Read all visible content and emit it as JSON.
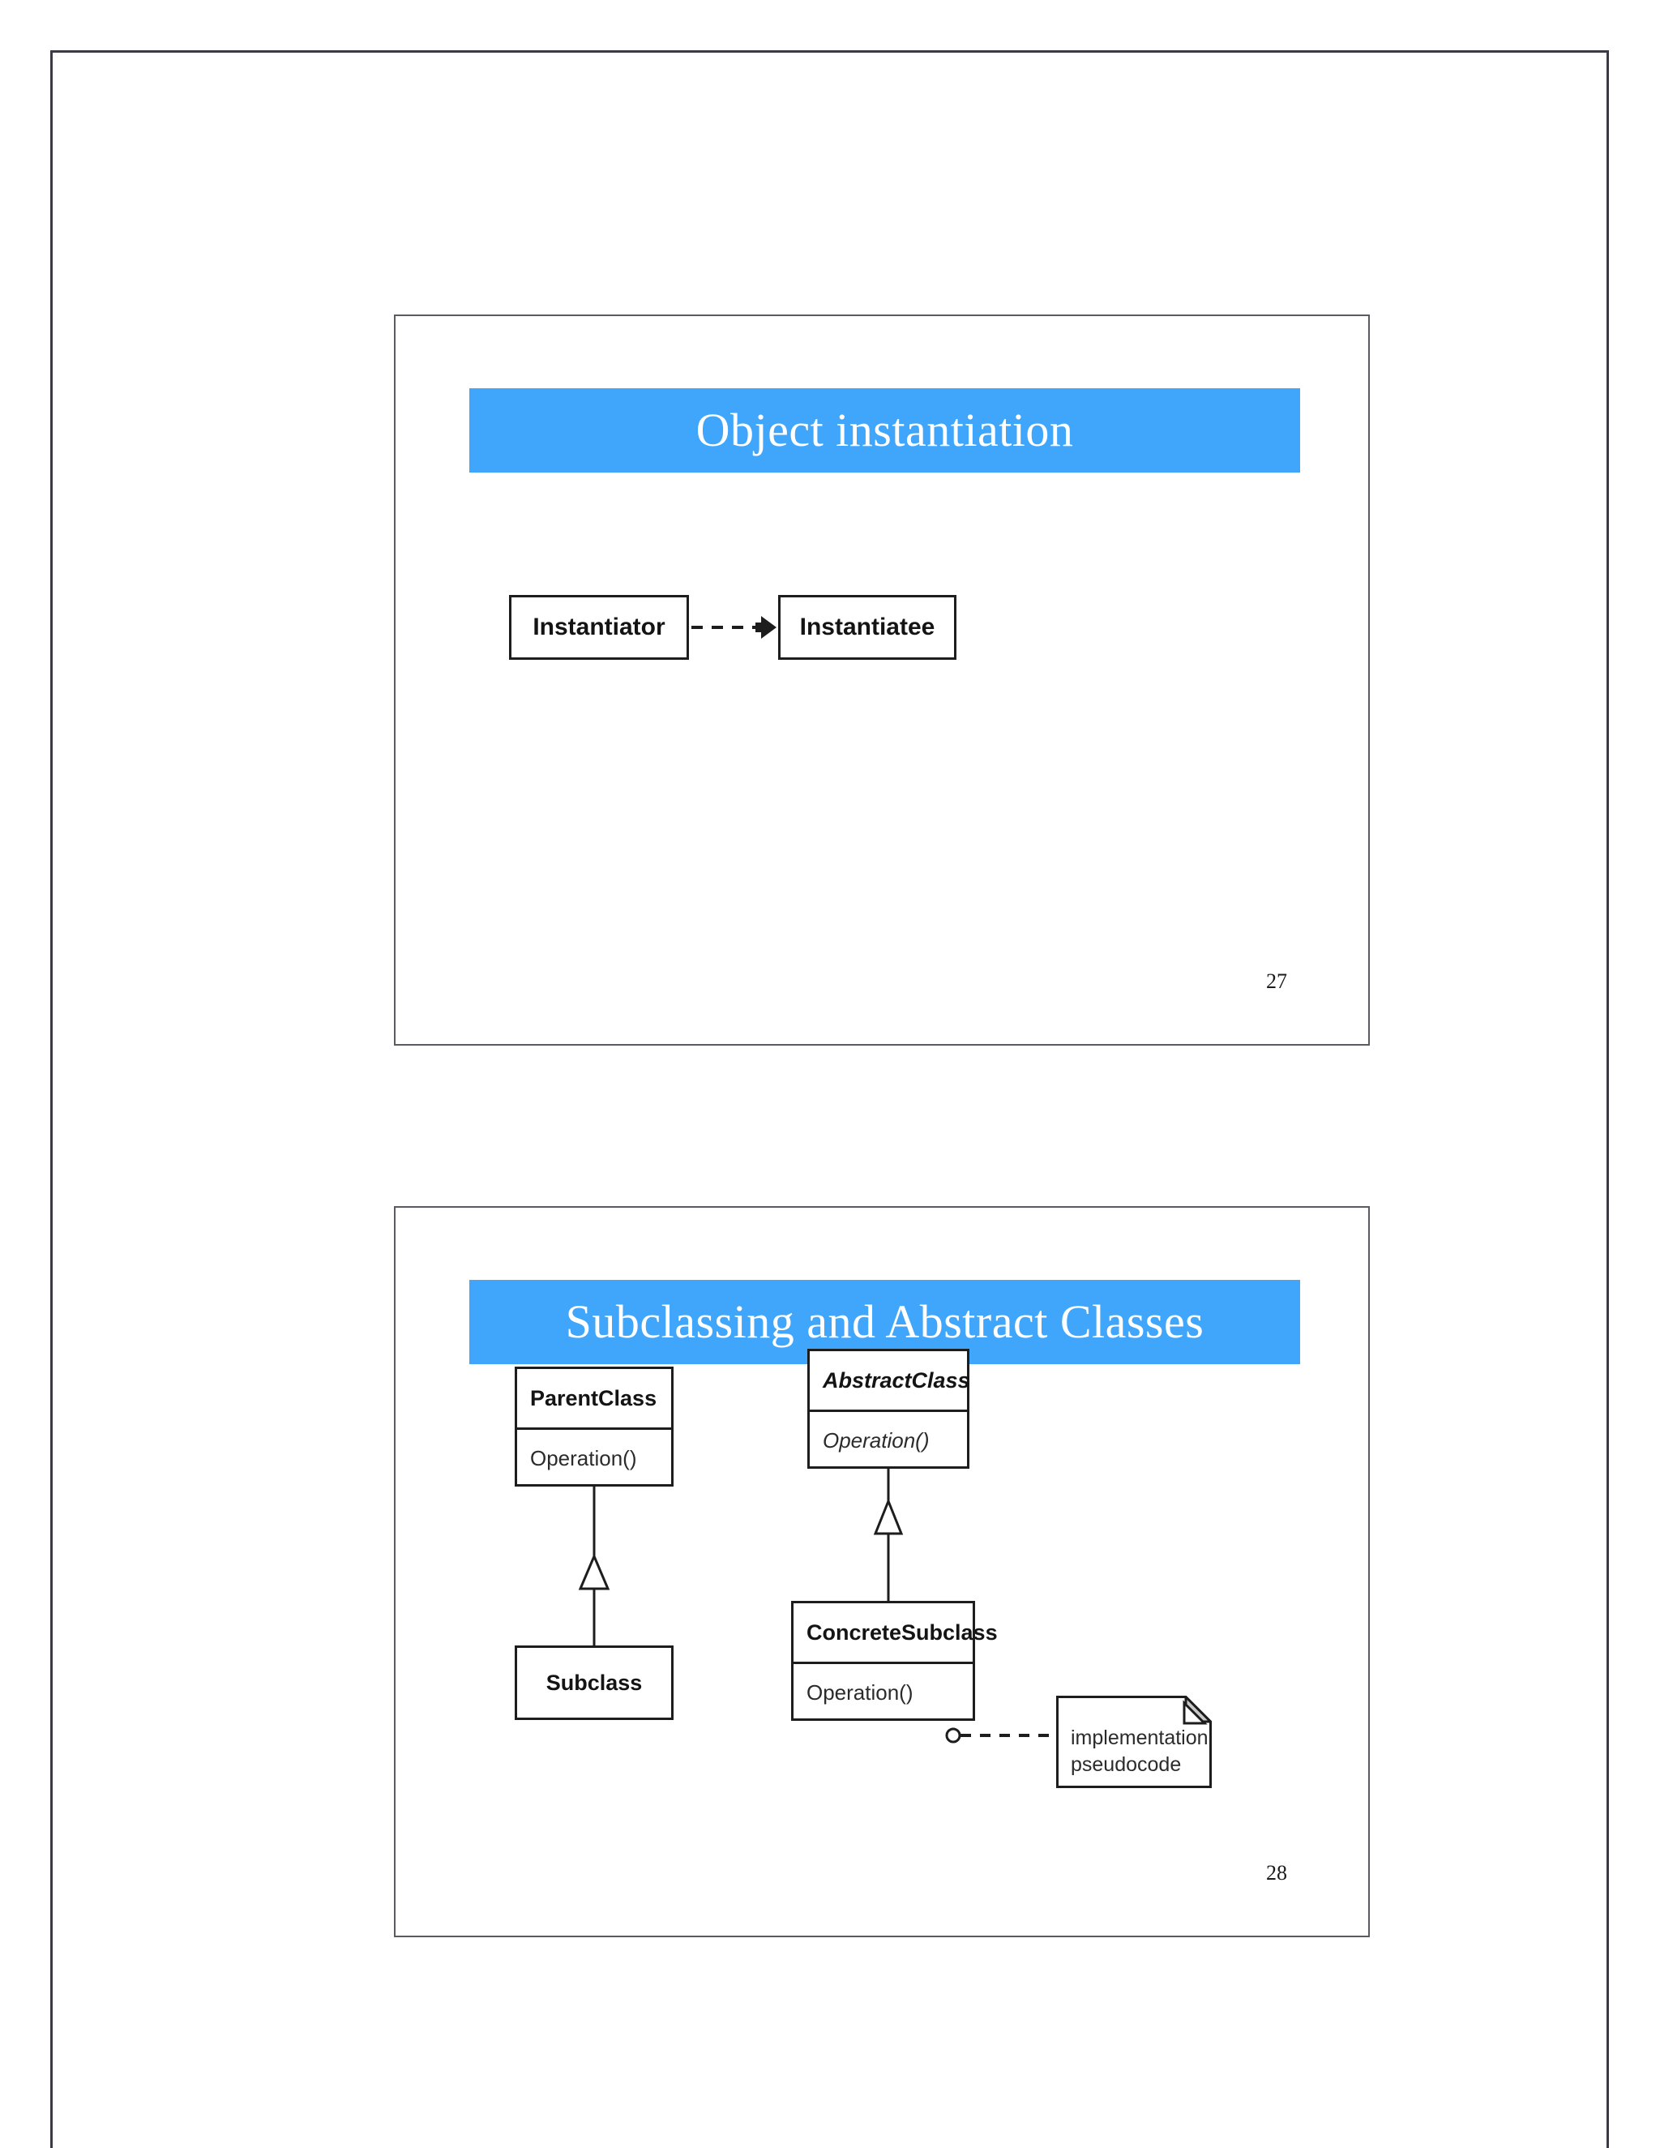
{
  "page": {
    "background_color": "#ffffff",
    "border_color": "#3b3b43"
  },
  "theme": {
    "banner_color": "#40a6fb",
    "banner_text_color": "#ffffff",
    "line_color": "#1d1d1d",
    "note_fold_color": "#c9c9c9"
  },
  "slides": [
    {
      "number": "27",
      "title": "Object instantiation",
      "diagram": {
        "type": "uml-object-instantiation",
        "boxes": [
          {
            "name": "instantiator-box",
            "label": "Instantiator"
          },
          {
            "name": "instantiatee-box",
            "label": "Instantiatee"
          }
        ],
        "connectors": [
          {
            "name": "instantiation-dependency",
            "from": "Instantiator",
            "to": "Instantiatee",
            "style": "dashed",
            "arrowhead": "filled"
          }
        ]
      }
    },
    {
      "number": "28",
      "title": "Subclassing and Abstract Classes",
      "diagram": {
        "type": "uml-class-diagram",
        "classes": [
          {
            "name": "parent-class-box",
            "label": "ParentClass",
            "abstract": false,
            "operations": [
              "Operation()"
            ],
            "operations_abstract": false
          },
          {
            "name": "subclass-box",
            "label": "Subclass",
            "abstract": false,
            "operations": [],
            "operations_abstract": false
          },
          {
            "name": "abstract-class-box",
            "label": "AbstractClass",
            "abstract": true,
            "operations": [
              "Operation()"
            ],
            "operations_abstract": true
          },
          {
            "name": "concrete-subclass-box",
            "label": "ConcreteSubclass",
            "abstract": false,
            "operations": [
              "Operation()"
            ],
            "operations_abstract": false
          }
        ],
        "note": {
          "name": "implementation-note",
          "text": "implementation\npseudocode"
        },
        "connectors": [
          {
            "name": "generalization-subclass-to-parentclass",
            "from": "Subclass",
            "to": "ParentClass",
            "style": "solid",
            "arrowhead": "hollow-triangle"
          },
          {
            "name": "generalization-concretesubclass-to-abstractclass",
            "from": "ConcreteSubclass",
            "to": "AbstractClass",
            "style": "solid",
            "arrowhead": "hollow-triangle"
          },
          {
            "name": "note-anchor-operation",
            "from": "Operation()",
            "to": "implementation pseudocode",
            "style": "dashed",
            "arrowhead": "circle"
          }
        ]
      }
    }
  ]
}
